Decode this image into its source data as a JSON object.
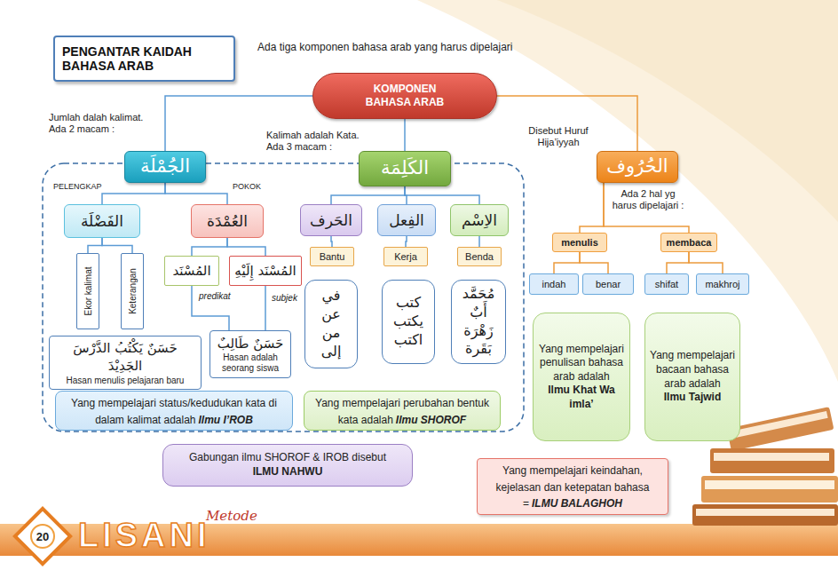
{
  "diagram": {
    "title": "PENGANTAR KAIDAH BAHASA ARAB",
    "nodes": [
      {
        "text": [
          "KOMPONEN BAHASA ARAB"
        ]
      },
      {
        "text": [
          "الجُمْلَة"
        ]
      },
      {
        "text": [
          "الكَلِمَة"
        ]
      },
      {
        "text": [
          "الحُرُوف"
        ]
      },
      {
        "text": [
          "الفَضْلَة"
        ]
      },
      {
        "text": [
          "العُمْدَة"
        ]
      },
      {
        "text": [
          "الحَرف"
        ]
      },
      {
        "text": [
          "الفِعل"
        ]
      },
      {
        "text": [
          "الاِسْم"
        ]
      },
      {
        "text": [
          "Ekor kalimat"
        ]
      },
      {
        "text": [
          "Keterangan"
        ]
      },
      {
        "text": [
          "المُسْنَد"
        ]
      },
      {
        "text": [
          "المُسْنَد إِلَيْهِ"
        ]
      },
      {
        "text": [
          "Bantu"
        ]
      },
      {
        "text": [
          "Kerja"
        ]
      },
      {
        "text": [
          "Benda"
        ]
      },
      {
        "text": [
          "في عن من إلى"
        ]
      },
      {
        "text": [
          "كتب يكتب اكتب"
        ]
      },
      {
        "text": [
          "مُحَمَّد أَبٌ زَهْرَة بَقَرة"
        ]
      },
      {
        "text": [
          "حَسَنٌ يَكْتُبُ الدَّرْسَ الجَدِيْدَ",
          "Hasan menulis pelajaran baru"
        ]
      },
      {
        "text": [
          "حَسَنٌ طَالِبٌ",
          "Hasan adalah seorang siswa"
        ]
      },
      {
        "text": [
          "Yang mempelajari status/kedudukan kata di dalam kalimat adalah",
          "Ilmu I’ROB"
        ]
      },
      {
        "text": [
          "Yang mempelajari perubahan bentuk kata adalah",
          "Ilmu SHOROF"
        ]
      },
      {
        "text": [
          "Gabungan ilmu SHOROF & IROB disebut",
          "ILMU NAHWU"
        ]
      },
      {
        "text": [
          "menulis"
        ]
      },
      {
        "text": [
          "membaca"
        ]
      },
      {
        "text": [
          "indah"
        ]
      },
      {
        "text": [
          "benar"
        ]
      },
      {
        "text": [
          "shifat"
        ]
      },
      {
        "text": [
          "makhroj"
        ]
      },
      {
        "text": [
          "Yang mempelajari penulisan bahasa arab adalah",
          "Ilmu Khat Wa imla’"
        ]
      },
      {
        "text": [
          "Yang mempelajari bacaan bahasa arab adalah",
          "Ilmu Tajwid"
        ]
      },
      {
        "text": [
          "Yang mempelajari keindahan, kejelasan dan ketepatan bahasa =",
          "ILMU BALAGHOH"
        ]
      }
    ],
    "edges": [
      {
        "from": 0,
        "to": 1,
        "arrow": "none"
      },
      {
        "from": 0,
        "to": 2,
        "arrow": "none"
      },
      {
        "from": 0,
        "to": 3,
        "arrow": "none"
      },
      {
        "from": 1,
        "to": 4,
        "arrow": "none"
      },
      {
        "from": 1,
        "to": 5,
        "arrow": "none"
      },
      {
        "from": 2,
        "to": 6,
        "arrow": "none"
      },
      {
        "from": 2,
        "to": 7,
        "arrow": "none"
      },
      {
        "from": 2,
        "to": 8,
        "arrow": "none"
      },
      {
        "from": 4,
        "to": 9,
        "arrow": "none"
      },
      {
        "from": 4,
        "to": 10,
        "arrow": "none"
      },
      {
        "from": 5,
        "to": 11,
        "arrow": "none"
      },
      {
        "from": 5,
        "to": 12,
        "arrow": "none"
      },
      {
        "from": 6,
        "to": 13,
        "arrow": "none"
      },
      {
        "from": 7,
        "to": 14,
        "arrow": "none"
      },
      {
        "from": 8,
        "to": 15,
        "arrow": "none"
      },
      {
        "from": 11,
        "to": 20,
        "label": "predikat",
        "arrow": "none"
      },
      {
        "from": 12,
        "to": 20,
        "label": "subjek",
        "arrow": "none"
      },
      {
        "from": 3,
        "to": 24,
        "arrow": "none"
      },
      {
        "from": 3,
        "to": 25,
        "arrow": "none"
      },
      {
        "from": 24,
        "to": 26,
        "arrow": "none"
      },
      {
        "from": 24,
        "to": 27,
        "arrow": "none"
      },
      {
        "from": 25,
        "to": 28,
        "arrow": "none"
      },
      {
        "from": 25,
        "to": 29,
        "arrow": "none"
      }
    ],
    "labels": [
      "Ada tiga komponen  bahasa arab yang harus dipelajari",
      "Jumlah dalah kalimat. Ada 2 macam :",
      "Kalimah adalah Kata. Ada 3 macam :",
      "Disebut Huruf Hija’iyyah",
      "PELENGKAP",
      "POKOK",
      "Ada 2 hal  yg harus dipelajari :",
      "20",
      "LISANI",
      "Metode"
    ]
  }
}
